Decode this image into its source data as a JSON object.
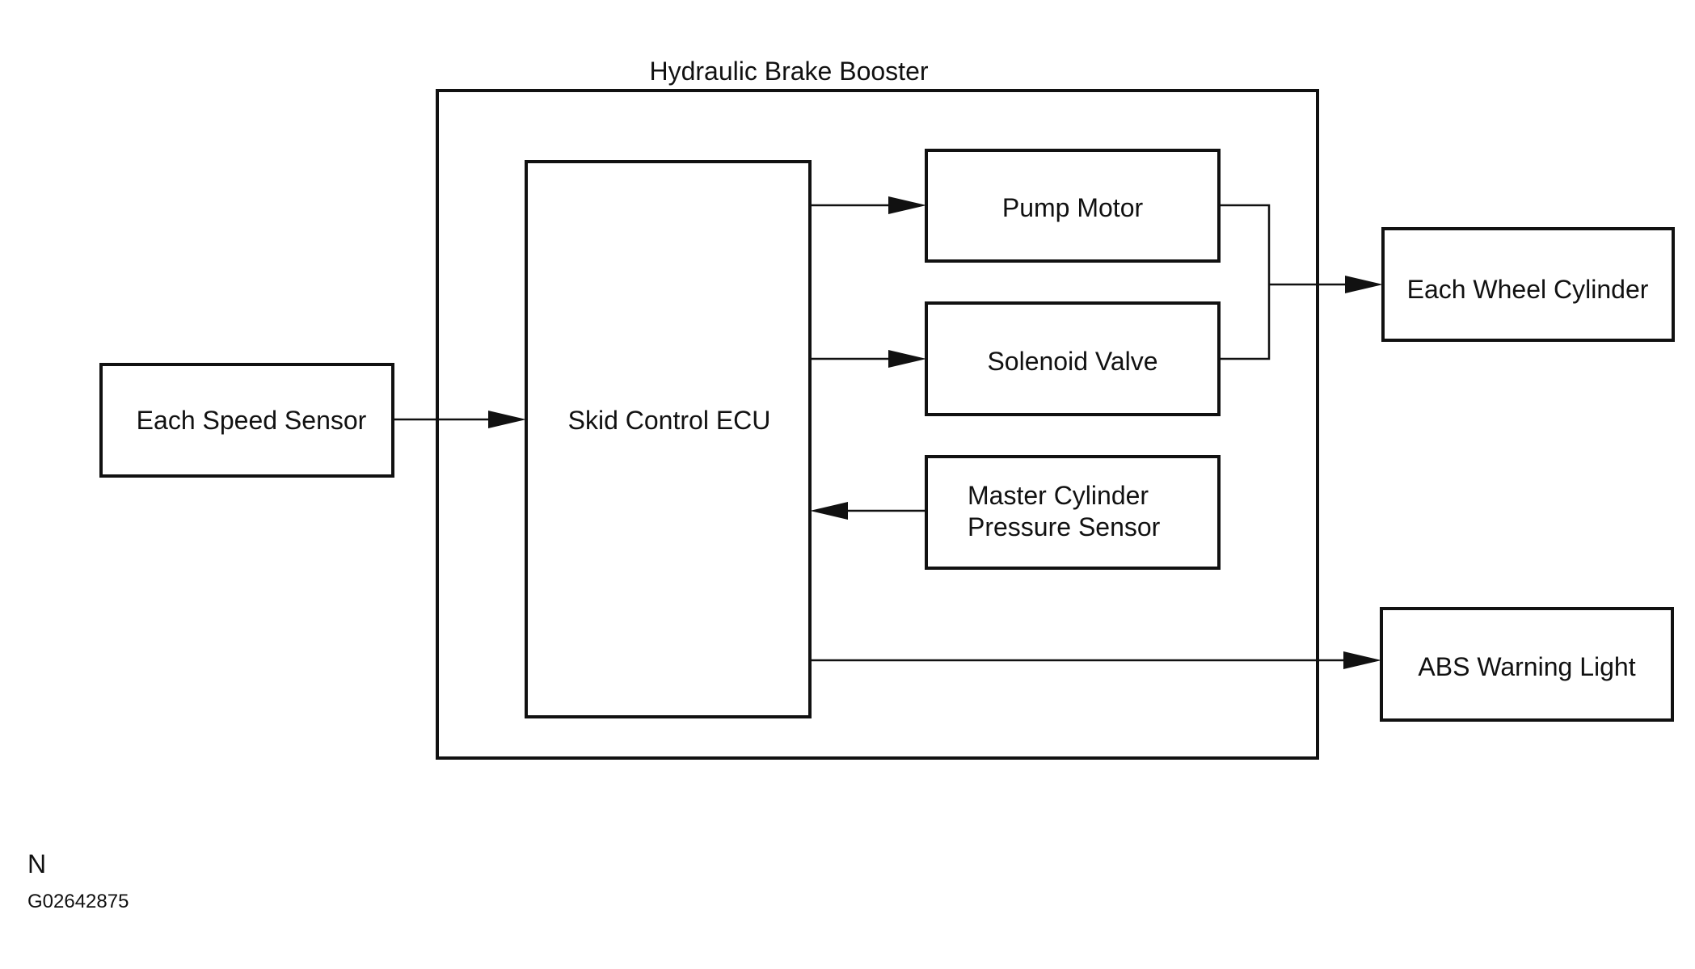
{
  "diagram": {
    "container_label": "Hydraulic Brake Booster",
    "boxes": {
      "speed_sensor": "Each Speed Sensor",
      "ecu": "Skid Control ECU",
      "pump_motor": "Pump Motor",
      "solenoid_valve": "Solenoid Valve",
      "master_cyl_line1": "Master Cylinder",
      "master_cyl_line2": "Pressure Sensor",
      "wheel_cylinder": "Each Wheel Cylinder",
      "abs_light": "ABS Warning Light"
    },
    "connections": [
      {
        "from": "Each Speed Sensor",
        "to": "Skid Control ECU"
      },
      {
        "from": "Skid Control ECU",
        "to": "Pump Motor"
      },
      {
        "from": "Skid Control ECU",
        "to": "Solenoid Valve"
      },
      {
        "from": "Master Cylinder Pressure Sensor",
        "to": "Skid Control ECU"
      },
      {
        "from": "Pump Motor",
        "to": "Each Wheel Cylinder"
      },
      {
        "from": "Solenoid Valve",
        "to": "Each Wheel Cylinder"
      },
      {
        "from": "Skid Control ECU",
        "to": "ABS Warning Light"
      }
    ],
    "line_color": "#111111"
  },
  "footer": {
    "orientation_mark": "N",
    "figure_id": "G02642875"
  }
}
